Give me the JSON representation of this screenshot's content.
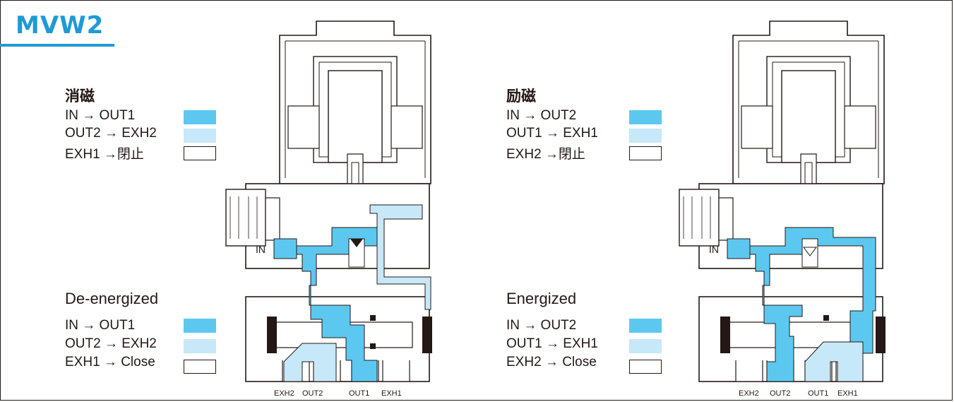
{
  "title": "MVW2",
  "colors": {
    "high_pressure": "#5cc8f0",
    "exhaust": "#c7e8f8",
    "outline": "#231815",
    "title": "#1e9ad6"
  },
  "left": {
    "state_jp": "消磁",
    "state_en": "De-energized",
    "jp_rows": [
      "IN → OUT1",
      "OUT2 → EXH2",
      "EXH1 →閉止"
    ],
    "en_rows": [
      "IN → OUT1",
      "OUT2 → EXH2",
      "EXH1 → Close"
    ],
    "in_label": "IN",
    "ports": [
      "EXH2",
      "OUT2",
      "OUT1",
      "EXH1"
    ]
  },
  "right": {
    "state_jp": "励磁",
    "state_en": "Energized",
    "jp_rows": [
      "IN → OUT2",
      "OUT1 → EXH1",
      "EXH2 →閉止"
    ],
    "en_rows": [
      "IN → OUT2",
      "OUT1 → EXH1",
      "EXH2 → Close"
    ],
    "in_label": "IN",
    "ports": [
      "EXH2",
      "OUT2",
      "OUT1",
      "EXH1"
    ]
  }
}
